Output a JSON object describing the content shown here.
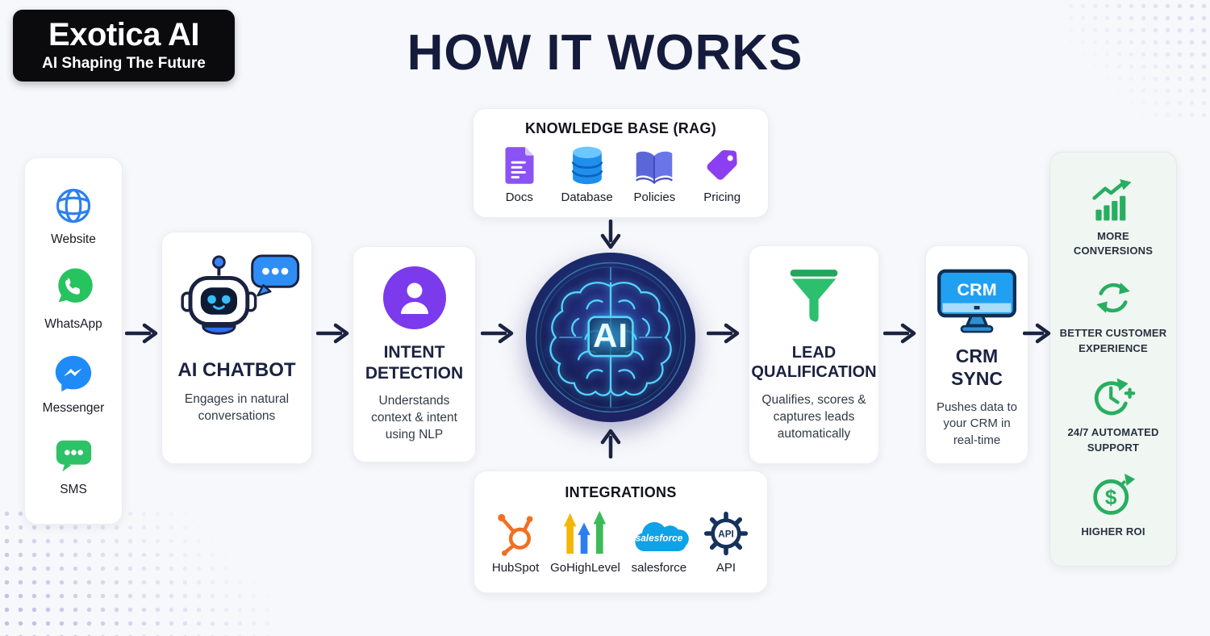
{
  "logo": {
    "title": "Exotica AI",
    "tagline": "AI Shaping The Future"
  },
  "page_title": "HOW IT WORKS",
  "channels": {
    "items": [
      {
        "label": "Website",
        "icon": "globe-icon"
      },
      {
        "label": "WhatsApp",
        "icon": "whatsapp-icon"
      },
      {
        "label": "Messenger",
        "icon": "messenger-icon"
      },
      {
        "label": "SMS",
        "icon": "sms-chat-icon"
      }
    ]
  },
  "chatbot": {
    "title": "AI CHATBOT",
    "description": "Engages in natural conversations",
    "icon": "robot-icon"
  },
  "intent_detection": {
    "title": "INTENT DETECTION",
    "description": "Understands context & intent using NLP",
    "icon": "person-icon"
  },
  "knowledge_base": {
    "title": "KNOWLEDGE BASE (RAG)",
    "items": [
      {
        "label": "Docs",
        "icon": "document-icon"
      },
      {
        "label": "Database",
        "icon": "database-icon"
      },
      {
        "label": "Policies",
        "icon": "open-book-icon"
      },
      {
        "label": "Pricing",
        "icon": "price-tag-icon"
      }
    ]
  },
  "ai_core": {
    "label": "AI",
    "icon": "brain-icon"
  },
  "integrations": {
    "title": "INTEGRATIONS",
    "items": [
      {
        "label": "HubSpot",
        "icon": "hubspot-icon"
      },
      {
        "label": "GoHighLevel",
        "icon": "gohighlevel-icon"
      },
      {
        "label": "salesforce",
        "icon": "salesforce-cloud-icon",
        "icon_text": "salesforce"
      },
      {
        "label": "API",
        "icon": "api-gear-icon",
        "icon_text": "API"
      }
    ]
  },
  "lead_qualification": {
    "title": "LEAD QUALIFICATION",
    "description": "Qualifies, scores & captures leads automatically",
    "icon": "funnel-icon"
  },
  "crm_sync": {
    "title": "CRM SYNC",
    "description": "Pushes data to your CRM in real-time",
    "screen_label": "CRM",
    "icon": "crm-monitor-icon"
  },
  "benefits": {
    "items": [
      {
        "label": "MORE CONVERSIONS",
        "icon": "growth-chart-icon"
      },
      {
        "label": "BETTER CUSTOMER EXPERIENCE",
        "icon": "refresh-icon"
      },
      {
        "label": "24/7 AUTOMATED SUPPORT",
        "icon": "clock-icon"
      },
      {
        "label": "HIGHER ROI",
        "icon": "dollar-circle-icon"
      }
    ]
  },
  "colors": {
    "navy": "#1b2240",
    "green": "#27ae60",
    "purple": "#7c3aed",
    "blue": "#2196f3",
    "background": "#f7f8fb"
  }
}
